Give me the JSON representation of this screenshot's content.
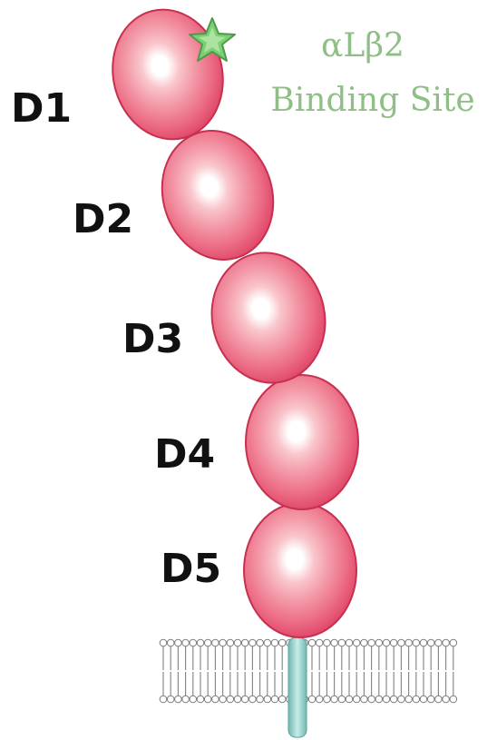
{
  "domains": [
    {
      "id": "d1",
      "label": "D1"
    },
    {
      "id": "d2",
      "label": "D2"
    },
    {
      "id": "d3",
      "label": "D3"
    },
    {
      "id": "d4",
      "label": "D4"
    },
    {
      "id": "d5",
      "label": "D5"
    }
  ],
  "binding_site": {
    "line1": "αLβ2",
    "line2": "Binding Site"
  },
  "colors": {
    "domain_outer": "#e8506e",
    "domain_mid": "#f08a9c",
    "domain_inner": "#f7b8c0",
    "domain_core": "#ffffff",
    "site_text": "#8fbf86",
    "star": "#7ccf74",
    "membrane_head": "#ffffff",
    "membrane_tail": "#8a8a8a",
    "transmembrane": "#8fcfc8"
  }
}
